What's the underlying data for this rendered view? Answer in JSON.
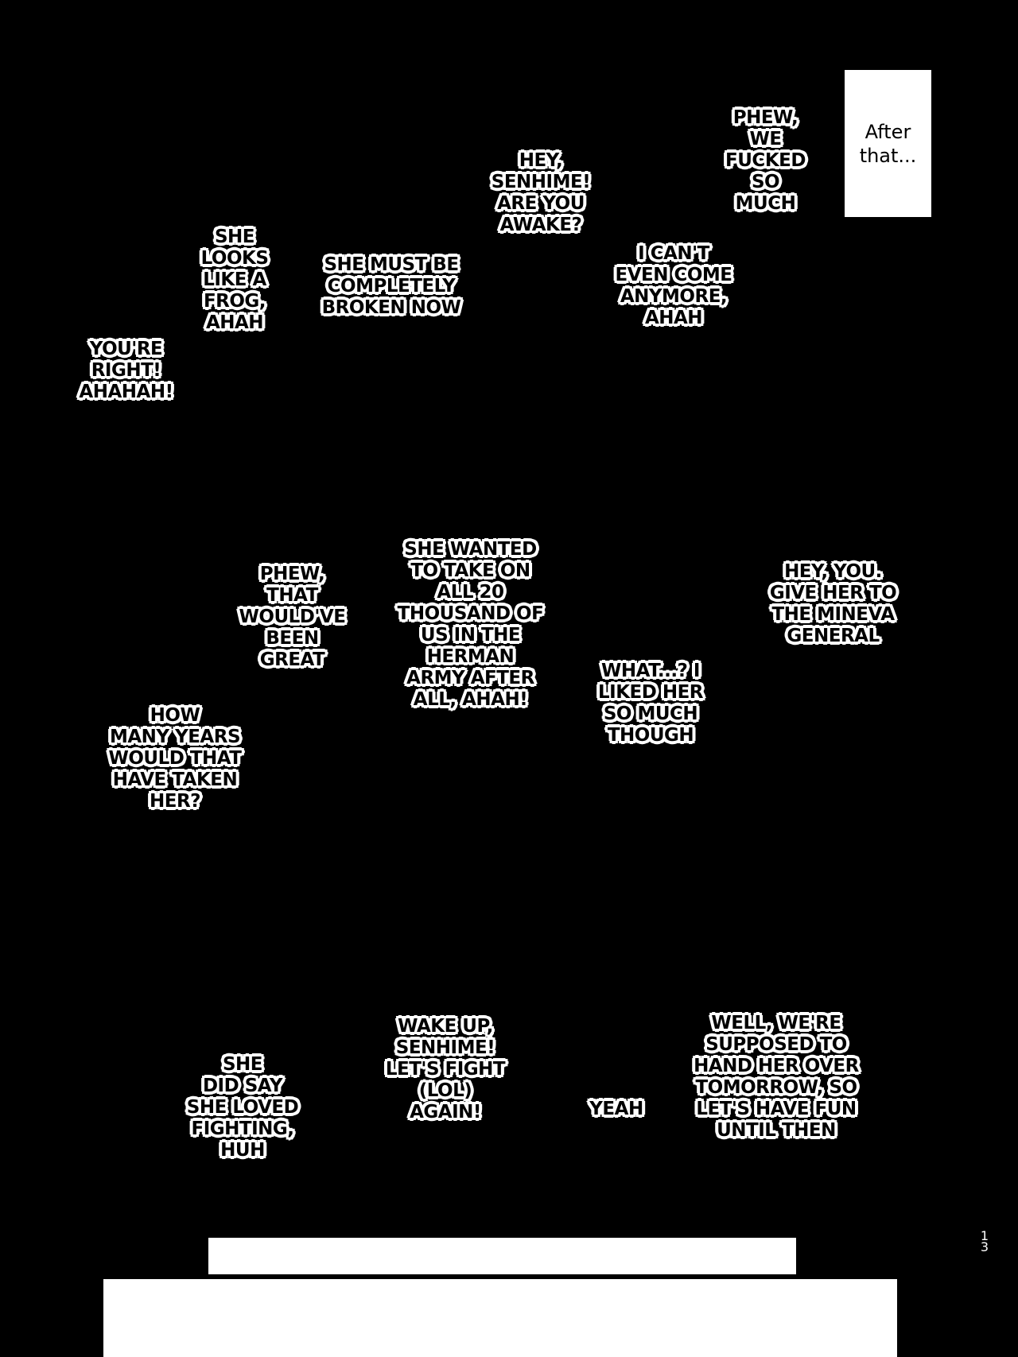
{
  "caption": {
    "lines": [
      "After",
      "that..."
    ]
  },
  "bubbles": {
    "phew_fucked": {
      "lines": [
        "PHEW,",
        "WE",
        "FUCKED",
        "SO",
        "MUCH"
      ]
    },
    "hey_senhime": {
      "lines": [
        "HEY,",
        "SENHIME!",
        "ARE YOU",
        "AWAKE?"
      ]
    },
    "cant_come": {
      "lines": [
        "I CAN'T",
        "EVEN COME",
        "ANYMORE,",
        "AHAH"
      ]
    },
    "frog": {
      "lines": [
        "SHE",
        "LOOKS",
        "LIKE A",
        "FROG,",
        "AHAH"
      ]
    },
    "broken": {
      "lines": [
        "SHE MUST BE",
        "COMPLETELY",
        "BROKEN NOW"
      ]
    },
    "youre_right": {
      "lines": [
        "YOU'RE",
        "RIGHT!",
        "AHAHAH!"
      ]
    },
    "phew_great": {
      "lines": [
        "PHEW,",
        "THAT",
        "WOULD'VE",
        "BEEN",
        "GREAT"
      ]
    },
    "twenty_thousand": {
      "lines": [
        "SHE WANTED",
        "TO TAKE ON",
        "ALL 20",
        "THOUSAND OF",
        "US IN THE",
        "HERMAN",
        "ARMY AFTER",
        "ALL, AHAH!"
      ]
    },
    "hey_you": {
      "lines": [
        "HEY, YOU.",
        "GIVE HER TO",
        "THE MINEVA",
        "GENERAL"
      ]
    },
    "liked_her": {
      "lines": [
        "WHAT...? I",
        "LIKED HER",
        "SO MUCH",
        "THOUGH"
      ]
    },
    "how_many_years": {
      "lines": [
        "HOW",
        "MANY YEARS",
        "WOULD THAT",
        "HAVE TAKEN",
        "HER?"
      ]
    },
    "wake_up": {
      "lines": [
        "WAKE UP,",
        "SENHIME!",
        "LET'S FIGHT",
        "(LOL)",
        "AGAIN!"
      ]
    },
    "loved_fighting": {
      "lines": [
        "SHE",
        "DID SAY",
        "SHE LOVED",
        "FIGHTING,",
        "HUH"
      ]
    },
    "yeah": {
      "lines": [
        "YEAH"
      ]
    },
    "hand_over": {
      "lines": [
        "WELL, WE'RE",
        "SUPPOSED TO",
        "HAND HER OVER",
        "TOMORROW, SO",
        "LET'S HAVE FUN",
        "UNTIL THEN"
      ]
    }
  },
  "page_number": {
    "lines": [
      "1",
      "3"
    ]
  },
  "colors": {
    "background": "#000000",
    "text_fill": "#000000",
    "text_outline": "#ffffff",
    "panel_white": "#ffffff"
  }
}
